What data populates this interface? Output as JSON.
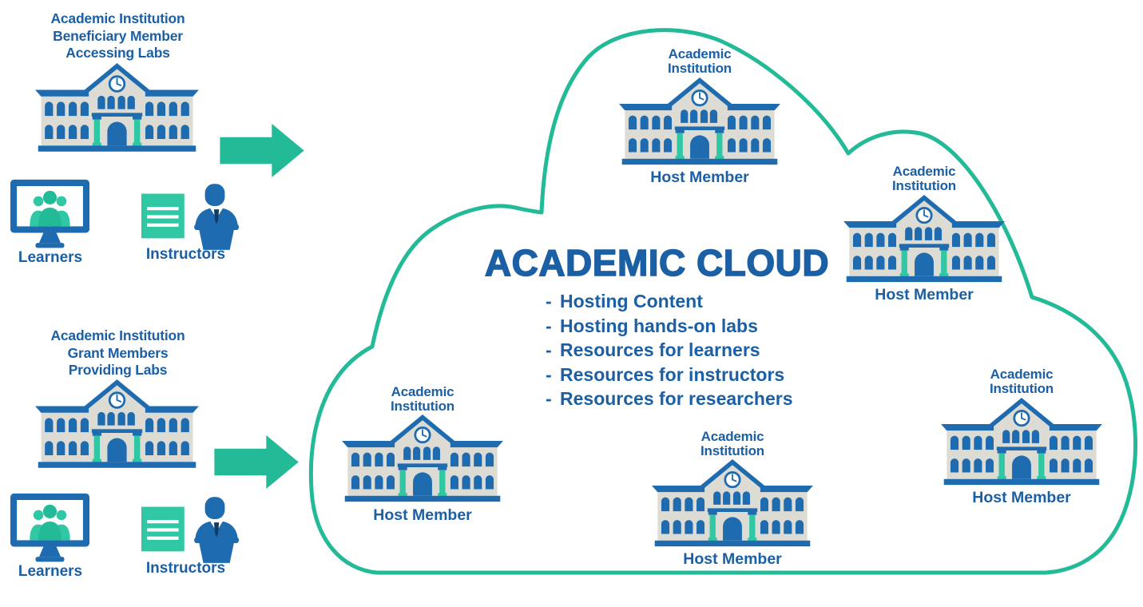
{
  "colors": {
    "blue": "#1e6bb0",
    "text_blue": "#1b5fa5",
    "navy": "#0d3e66",
    "teal": "#22ba97",
    "teal_light": "#2fc7a4",
    "gray": "#dcdbd4",
    "white": "#ffffff"
  },
  "groups": {
    "top_left": {
      "caption": [
        "Academic Institution",
        "Beneficiary Member",
        "Accessing Labs"
      ],
      "learners_label": "Learners",
      "instructors_label": "Instructors"
    },
    "bottom_left": {
      "caption": [
        "Academic Institution",
        "Grant Members",
        "Providing Labs"
      ],
      "learners_label": "Learners",
      "instructors_label": "Instructors"
    }
  },
  "cloud": {
    "title": "ACADEMIC CLOUD",
    "bullet_prefix": "-",
    "bullets": [
      "Hosting Content",
      "Hosting hands-on labs",
      "Resources for learners",
      "Resources for instructors",
      "Resources for researchers"
    ],
    "members": [
      {
        "caption": [
          "Academic",
          "Institution"
        ],
        "label": "Host Member"
      },
      {
        "caption": [
          "Academic",
          "Institution"
        ],
        "label": "Host Member"
      },
      {
        "caption": [
          "Academic",
          "Institution"
        ],
        "label": "Host Member"
      },
      {
        "caption": [
          "Academic",
          "Institution"
        ],
        "label": "Host Member"
      },
      {
        "caption": [
          "Academic",
          "Institution"
        ],
        "label": "Host Member"
      }
    ]
  }
}
